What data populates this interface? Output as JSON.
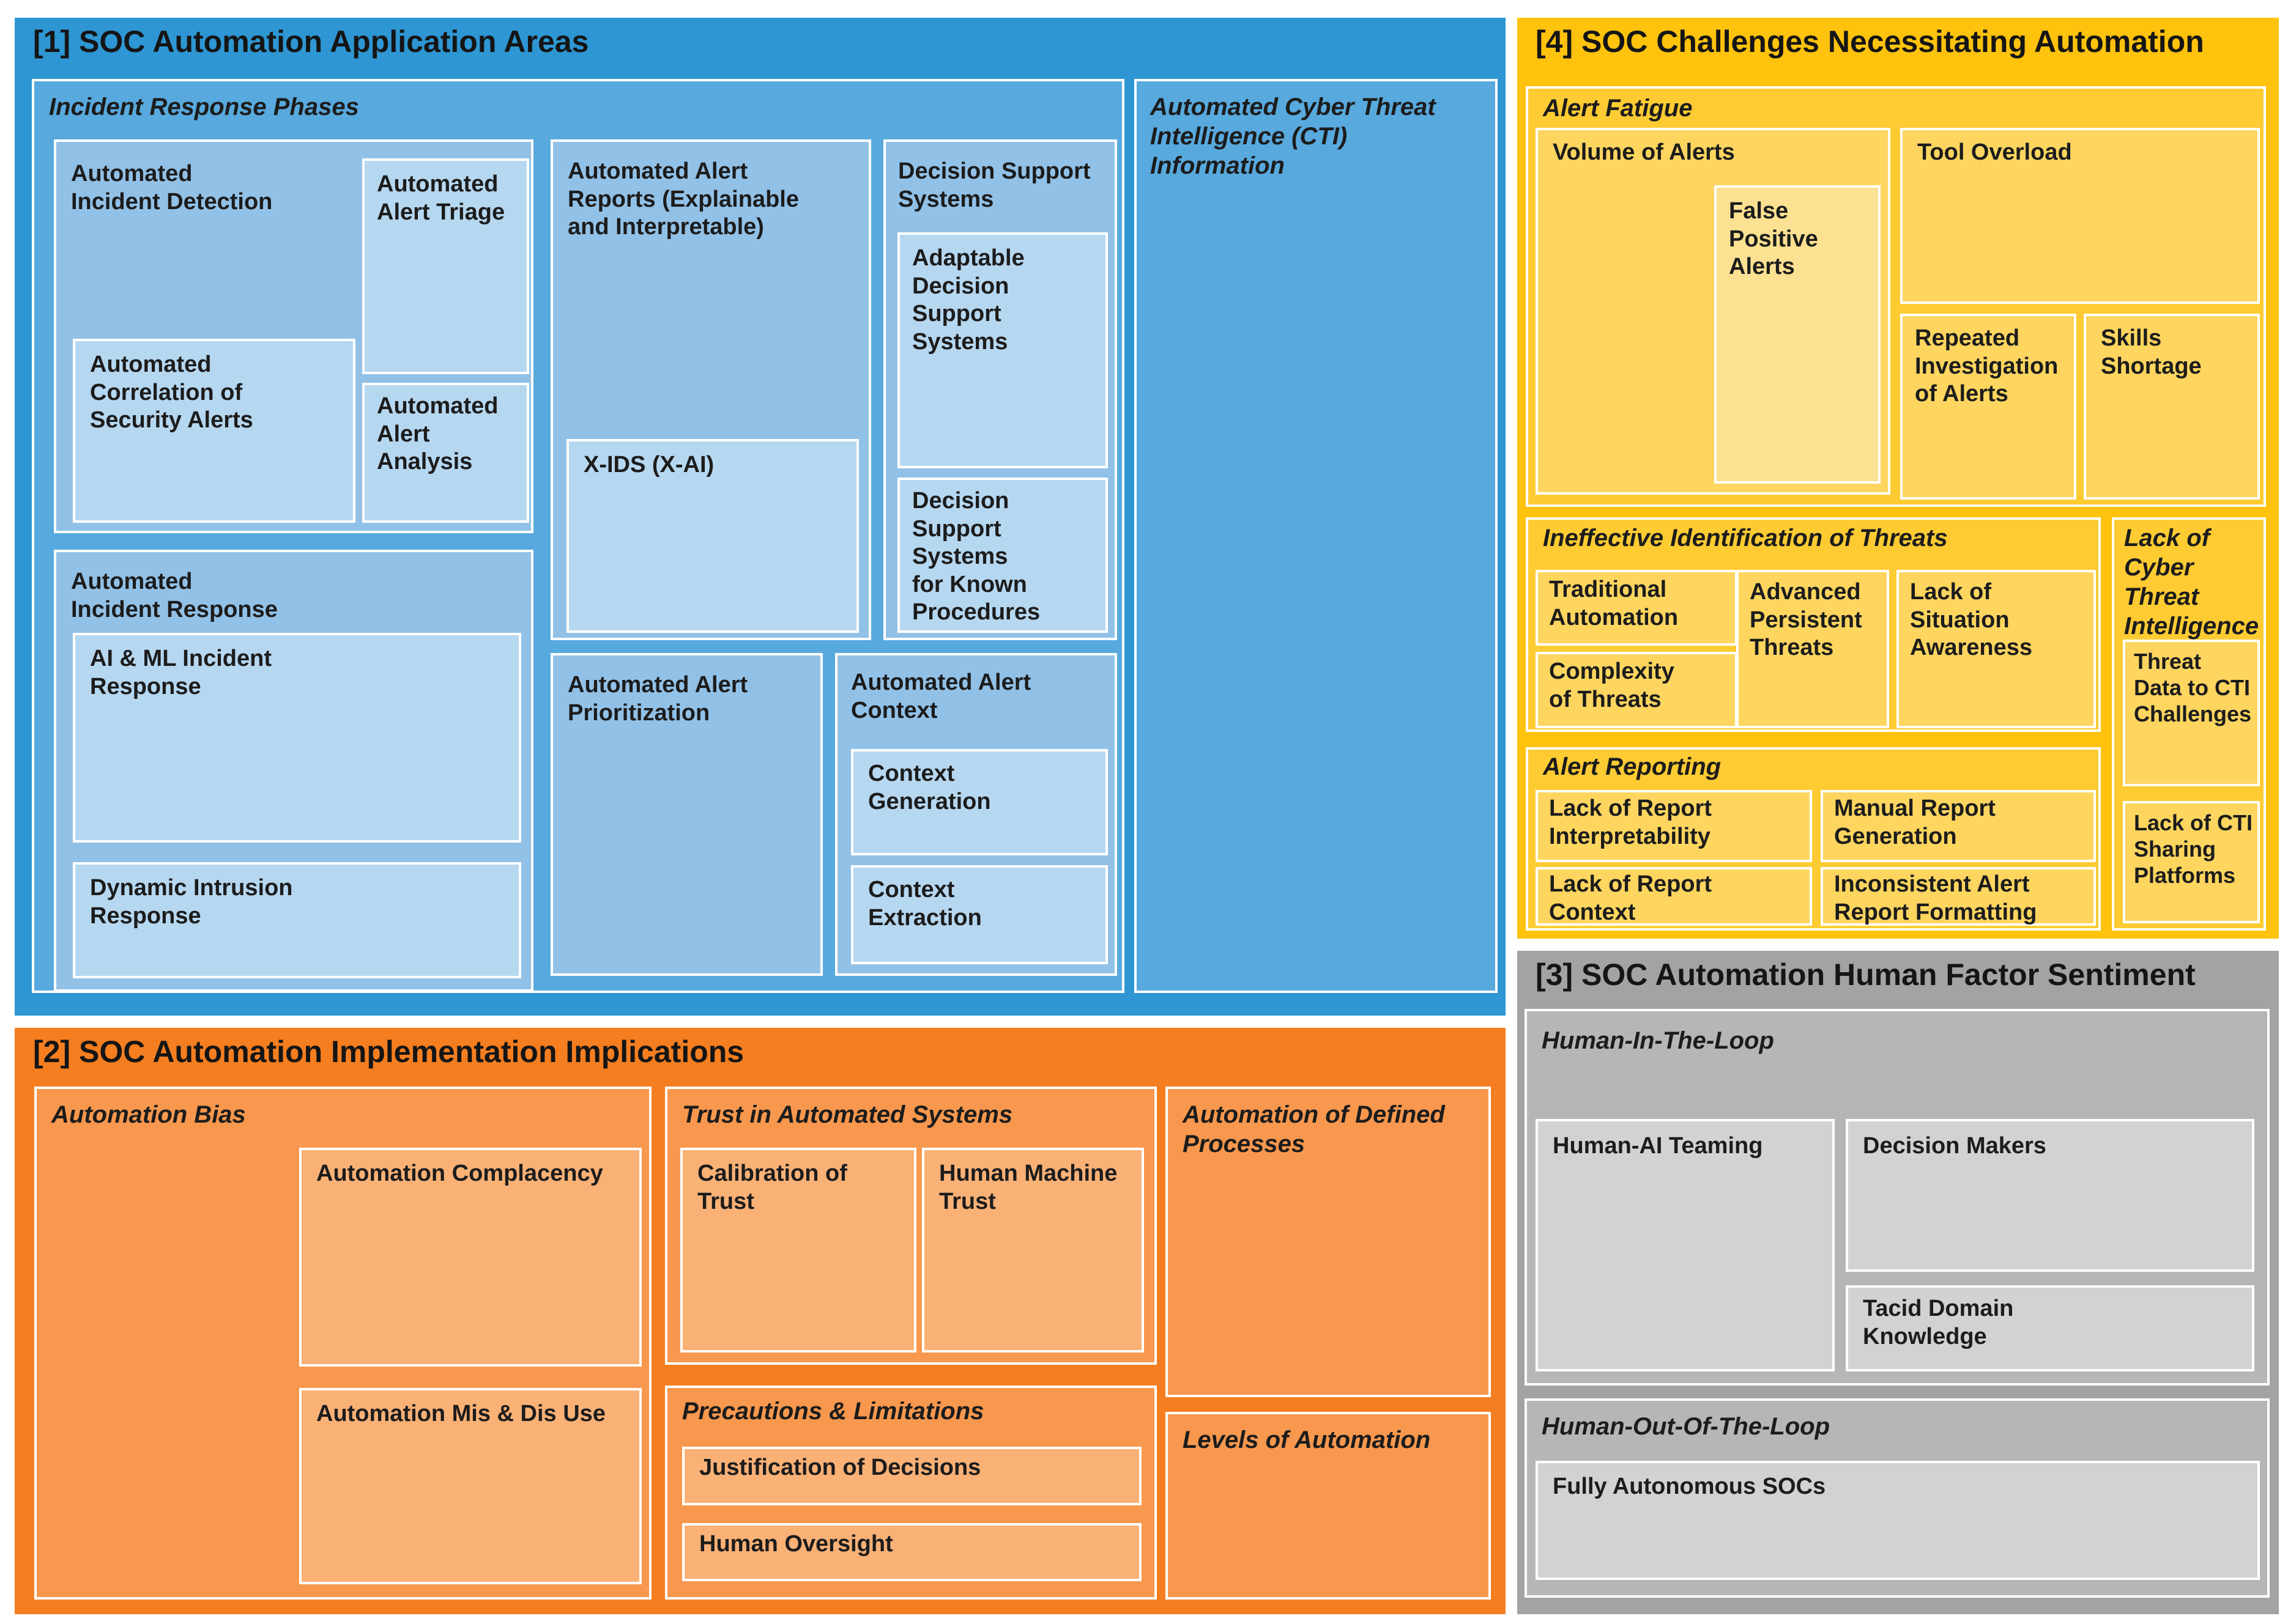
{
  "q1": {
    "title": "[1] SOC Automation Application Areas",
    "irp": {
      "label": "Incident Response Phases",
      "aid": {
        "label": "Automated\nIncident Detection",
        "aat": "Automated\nAlert Triage",
        "acsa": "Automated\nCorrelation of\nSecurity Alerts",
        "aaa": "Automated\nAlert\nAnalysis"
      },
      "air": {
        "label": "Automated\nIncident Response",
        "aiml": "AI & ML Incident\nResponse",
        "dir": "Dynamic Intrusion\nResponse"
      },
      "aar": {
        "label": "Automated Alert\nReports (Explainable\nand Interpretable)",
        "xids": "X-IDS (X-AI)"
      },
      "dss": {
        "label": "Decision Support\nSystems",
        "adss": "Adaptable\nDecision\nSupport\nSystems",
        "dsskp": "Decision\nSupport Systems\nfor Known\nProcedures"
      },
      "aap": {
        "label": "Automated Alert\nPrioritization"
      },
      "aac": {
        "label": "Automated Alert\nContext",
        "cg": "Context\nGeneration",
        "ce": "Context\nExtraction"
      }
    },
    "cti": {
      "label": "Automated Cyber Threat\nIntelligence (CTI)\nInformation"
    }
  },
  "q4": {
    "title": "[4] SOC Challenges Necessitating Automation",
    "af": {
      "label": "Alert Fatigue",
      "voa": {
        "label": "Volume of Alerts",
        "fpa": "False\nPositive\nAlerts"
      },
      "to": "Tool Overload",
      "ria": "Repeated\nInvestigation\nof Alerts",
      "ss": "Skills\nShortage"
    },
    "iit": {
      "label": "Ineffective Identification of Threats",
      "ta": "Traditional\nAutomation",
      "cot": "Complexity\nof Threats",
      "apt": "Advanced\nPersistent\nThreats",
      "lsa": "Lack of\nSituation\nAwareness"
    },
    "ar": {
      "label": "Alert Reporting",
      "lri": "Lack of Report\nInterpretability",
      "mrg": "Manual Report\nGeneration",
      "lrc": "Lack of Report\nContext",
      "iarf": "Inconsistent Alert\nReport Formatting"
    },
    "lcti": {
      "label": "Lack of\nCyber Threat\nIntelligence",
      "tdc": "Threat\nData to CTI\nChallenges",
      "lsp": "Lack of CTI\nSharing\nPlatforms"
    }
  },
  "q2": {
    "title": "[2] SOC Automation Implementation Implications",
    "ab": {
      "label": "Automation Bias",
      "ac": "Automation Complacency",
      "amd": "Automation Mis & Dis Use"
    },
    "tas": {
      "label": "Trust in Automated Systems",
      "cal": "Calibration of\nTrust",
      "hmt": "Human Machine\nTrust"
    },
    "pl": {
      "label": "Precautions & Limitations",
      "jod": "Justification of Decisions",
      "ho": "Human Oversight"
    },
    "adp": {
      "label": "Automation of Defined\nProcesses"
    },
    "loa": {
      "label": "Levels of Automation"
    }
  },
  "q3": {
    "title": "[3] SOC Automation Human Factor Sentiment",
    "hitl": {
      "label": "Human-In-The-Loop",
      "hat": "Human-AI Teaming",
      "dm": "Decision Makers",
      "tdk": "Tacid Domain\nKnowledge"
    },
    "hotl": {
      "label": "Human-Out-Of-The-Loop",
      "fas": "Fully Autonomous SOCs"
    }
  },
  "palette": {
    "blue": {
      "l1": "#2E96D3",
      "l2": "#58A9DD",
      "l3": "#92C1E7",
      "l4": "#B6D7F0"
    },
    "gold": {
      "l1": "#FFC20D",
      "l2": "#FECB33",
      "l3": "#FDD55F",
      "l4": "#FBE191"
    },
    "orange": {
      "l1": "#F57E20",
      "l2": "#F8984E",
      "l3": "#FAB176"
    },
    "gray": {
      "l1": "#A3A3A2",
      "l2": "#B6B6B5",
      "l3": "#D2D2D1"
    },
    "text": "#1C1C1C",
    "border": "#FFFFFF",
    "page_background": "#FFFFFF"
  }
}
